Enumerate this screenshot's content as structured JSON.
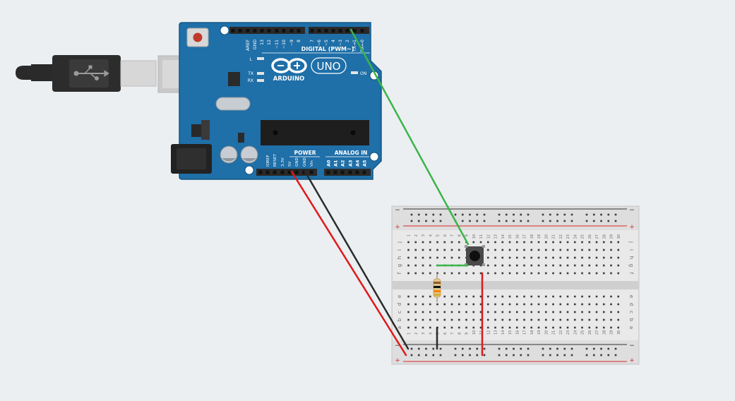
{
  "arduino": {
    "brand": "ARDUINO",
    "model": "UNO",
    "digital_header_label": "DIGITAL (PWM~)",
    "power_label": "POWER",
    "analog_label": "ANALOG IN",
    "led_l": "L",
    "led_tx": "TX",
    "led_rx": "RX",
    "led_on": "ON",
    "top_pin_labels": [
      "AREF",
      "GND",
      "13",
      "12",
      "~11",
      "~10",
      "~9",
      "8",
      "7",
      "~6",
      "~5",
      "4",
      "~3",
      "2",
      "TX→1",
      "RX←0"
    ],
    "power_pin_labels": [
      "IOREF",
      "RESET",
      "3.3V",
      "5V",
      "GND",
      "GND",
      "Vin"
    ],
    "analog_pin_labels": [
      "A0",
      "A1",
      "A2",
      "A3",
      "A4",
      "A5"
    ]
  },
  "breadboard": {
    "column_numbers": [
      "1",
      "2",
      "3",
      "4",
      "5",
      "6",
      "7",
      "8",
      "9",
      "10",
      "11",
      "12",
      "13",
      "14",
      "15",
      "16",
      "17",
      "18",
      "19",
      "20",
      "21",
      "22",
      "23",
      "24",
      "25",
      "26",
      "27",
      "28",
      "29",
      "30"
    ],
    "upper_row_letters": [
      "j",
      "i",
      "h",
      "g",
      "f"
    ],
    "lower_row_letters": [
      "e",
      "d",
      "c",
      "b",
      "a"
    ],
    "rail_minus": "−",
    "rail_plus": "+"
  },
  "wires": [
    {
      "name": "signal-wire",
      "color": "#39b54a"
    },
    {
      "name": "power-5v-wire",
      "color": "#e0191b"
    },
    {
      "name": "ground-wire",
      "color": "#2b2b2b"
    },
    {
      "name": "button-jumper-wire",
      "color": "#39b54a"
    },
    {
      "name": "button-5v-jumper-wire",
      "color": "#e0191b"
    },
    {
      "name": "ground-jumper-wire",
      "color": "#2b2b2b"
    }
  ],
  "components": {
    "resistor_bands": [
      "#8b5a2b",
      "#111111",
      "#ff7f00",
      "#d4af37"
    ],
    "usb_cable_icon": "usb-icon"
  }
}
